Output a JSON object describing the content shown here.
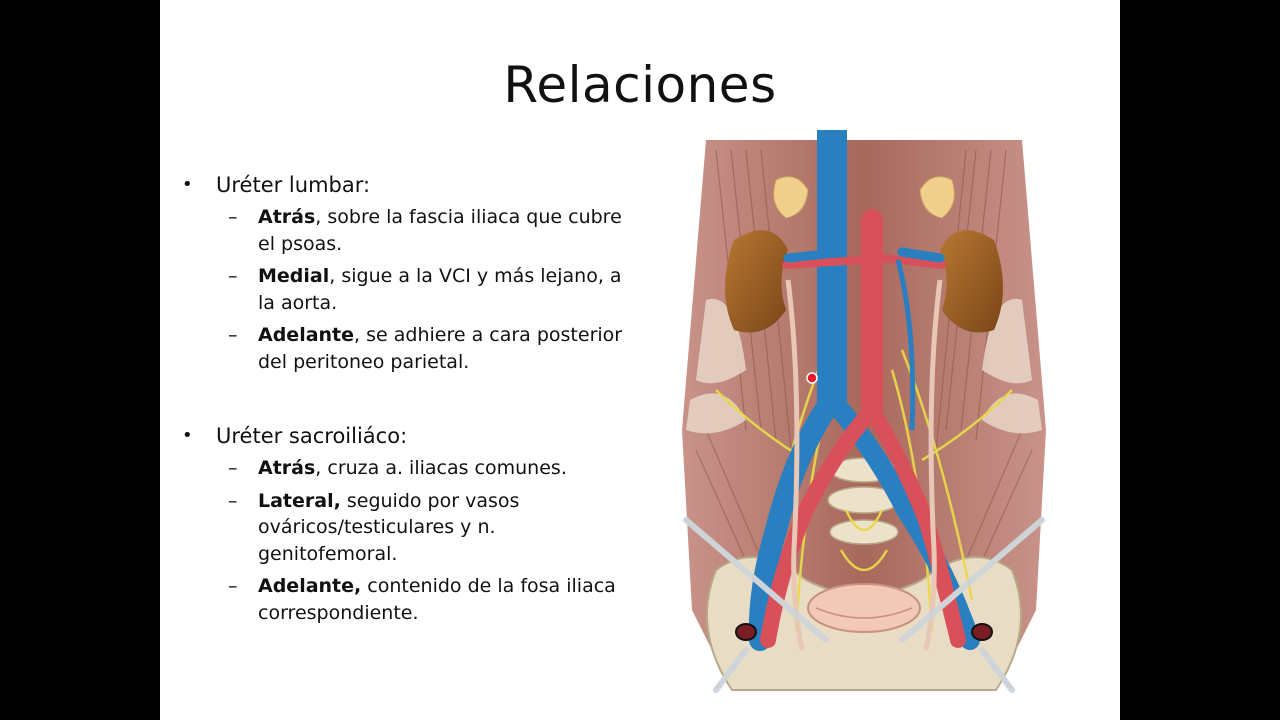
{
  "slide": {
    "title": "Relaciones"
  },
  "sections": [
    {
      "heading": "Uréter lumbar:",
      "items": [
        {
          "bold": "Atrás",
          "text": ", sobre la fascia iliaca que cubre el psoas."
        },
        {
          "bold": "Medial",
          "text": ", sigue a la VCI y más lejano, a la aorta."
        },
        {
          "bold": "Adelante",
          "text": ", se adhiere a cara posterior del peritoneo parietal."
        }
      ]
    },
    {
      "heading": "Uréter sacroiliáco:",
      "items": [
        {
          "bold": "Atrás",
          "text": ", cruza a. iliacas comunes."
        },
        {
          "bold": "Lateral,",
          "text": " seguido por vasos ováricos/testiculares y n. genitofemoral."
        },
        {
          "bold": "Adelante,",
          "text": " contenido de la fosa iliaca correspondiente."
        }
      ]
    }
  ],
  "colors": {
    "background": "#000000",
    "slide": "#ffffff",
    "text": "#111111",
    "vein": "#2a7fc0",
    "artery": "#d8505a",
    "kidney": "#9a5a22",
    "nerve": "#e8d84a",
    "muscle": "#b47a6a"
  },
  "figure": {
    "icon": "retroperitoneum-anatomy-illustration"
  }
}
